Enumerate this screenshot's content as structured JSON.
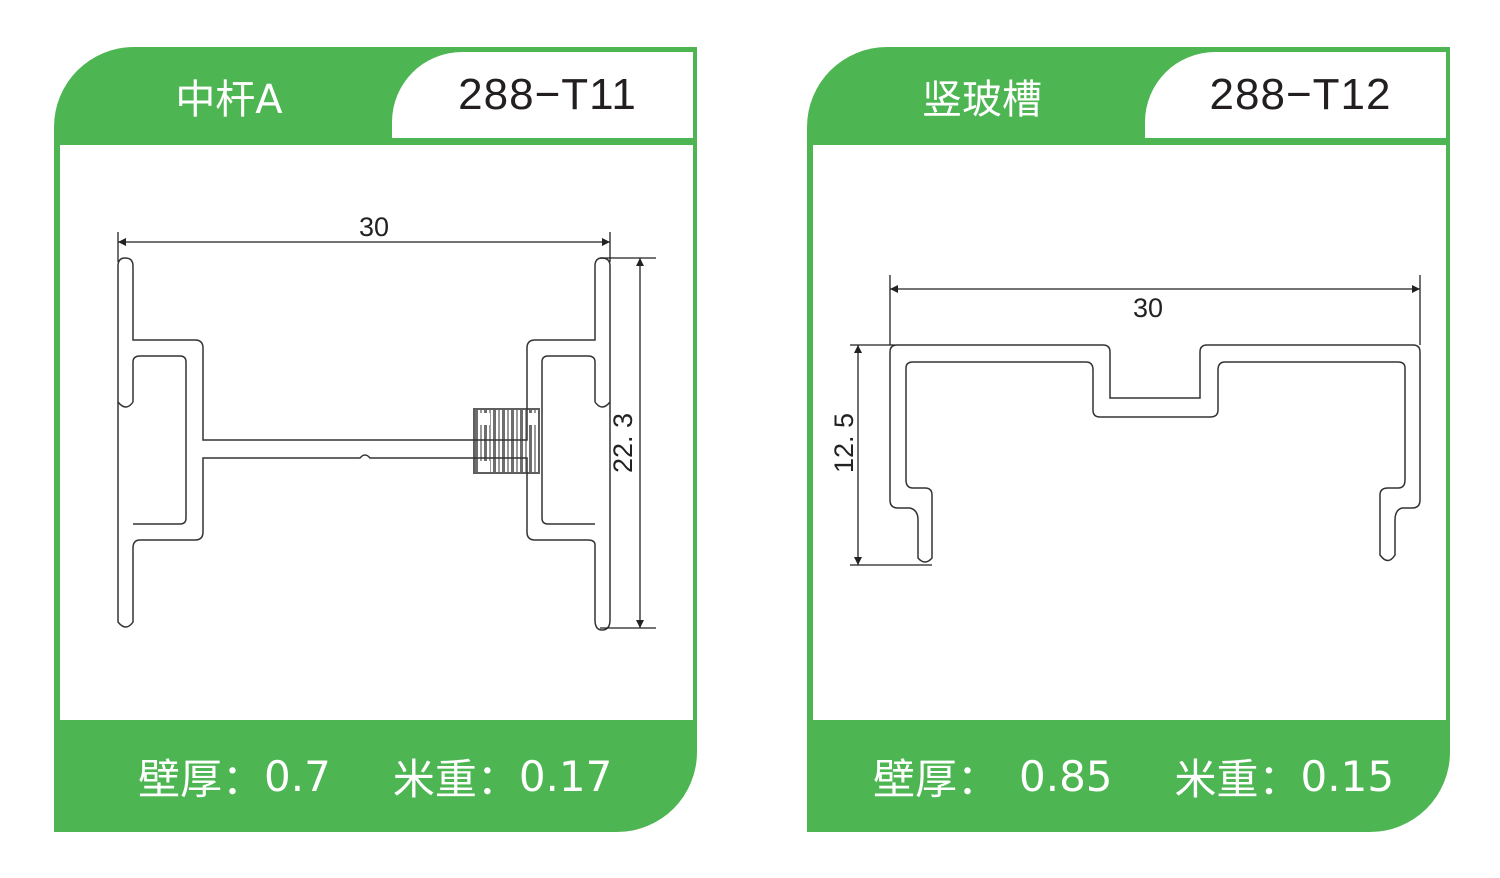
{
  "products": [
    {
      "name": "中杆A",
      "code": "288−T11",
      "wall_label": "壁厚：",
      "wall_value": "0.7",
      "weight_label": "米重：",
      "weight_value": "0.17",
      "dims": {
        "width": "30",
        "height": "22. 3"
      }
    },
    {
      "name": "竖玻槽",
      "code": "288−T12",
      "wall_label": "壁厚：",
      "wall_value": "0.85",
      "weight_label": "米重：",
      "weight_value": "0.15",
      "dims": {
        "width": "30",
        "height": "12. 5"
      }
    }
  ],
  "colors": {
    "brand_green": "#4db653",
    "line": "#333333"
  }
}
